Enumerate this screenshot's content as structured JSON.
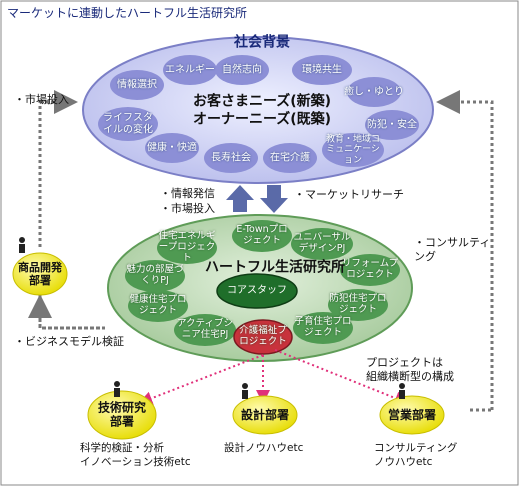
{
  "title": "マーケットに連動したハートフル生活研究所",
  "society": {
    "heading": "社会背景",
    "needs_line1": "お客さまニーズ(新築)",
    "needs_line2": "オーナーニーズ(既築)",
    "factors": [
      "情報選択",
      "エネルギー",
      "自然志向",
      "環境共生",
      "癒し・ゆとり",
      "ライフスタイルの変化",
      "防犯・安全",
      "健康・快適",
      "長寿社会",
      "在宅介護",
      "教育・地域コミュニケーション"
    ]
  },
  "labels": {
    "market_input_top": "・市場投入",
    "info_out": "・情報発信",
    "market_input_mid": "・市場投入",
    "market_research": "・マーケットリサーチ",
    "consulting": "・コンサルティング",
    "business_model": "・ビジネスモデル検証",
    "project_note_1": "プロジェクトは",
    "project_note_2": "組織横断型の構成"
  },
  "institute": {
    "name": "ハートフル生活研究所",
    "core": "コアスタッフ",
    "projects": [
      "住宅エネルギープロジェクト",
      "E-Townプロジェクト",
      "ユニバーサルデザインPJ",
      "魅力の部屋づくりPJ",
      "リフォームプロジェクト",
      "健康住宅プロジェクト",
      "防犯住宅プロジェクト",
      "アクティブシニア住宅PJ",
      "子育住宅プロジェクト"
    ],
    "highlight": "介護福祉プロジェクト"
  },
  "departments": {
    "product_dev": "商品開発部署",
    "tech_research": "技術研究部署",
    "tech_note_1": "科学的検証・分析",
    "tech_note_2": "イノベーション技術etc",
    "design": "設計部署",
    "design_note": "設計ノウハウetc",
    "sales": "営業部署",
    "sales_note_1": "コンサルティング",
    "sales_note_2": "ノウハウetc"
  },
  "colors": {
    "society_fill": "#c5c9ef",
    "society_pill": "#8c8fd6",
    "institute_fill": "#b8d6b0",
    "project_pill": "#4f9a52",
    "core_fill": "#1f6e2a",
    "highlight_fill": "#c8323c",
    "dept_fill": "#f4ee1e",
    "arrow_blue": "#5a6aa8",
    "dotted_pink": "#e0307a",
    "dotted_gray": "#777777"
  }
}
